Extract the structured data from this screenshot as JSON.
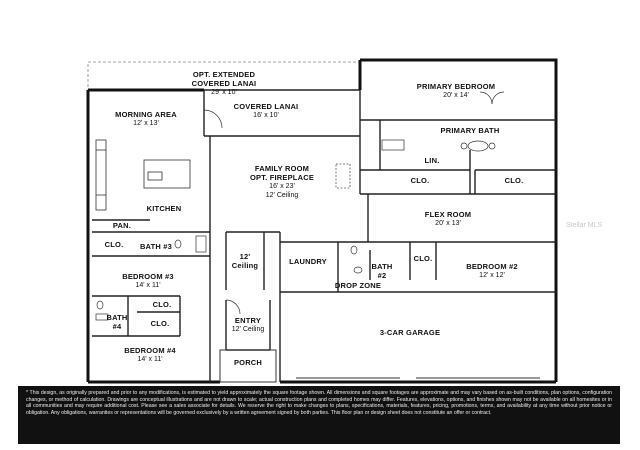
{
  "rooms": [
    {
      "id": "opt-lanai",
      "name_lines": [
        "OPT. EXTENDED",
        "COVERED LANAI"
      ],
      "dims": "29' x 10'"
    },
    {
      "id": "primary-bedroom",
      "name_lines": [
        "PRIMARY BEDROOM"
      ],
      "dims": "20' x 14'"
    },
    {
      "id": "morning-area",
      "name_lines": [
        "MORNING AREA"
      ],
      "dims": "12' x 13'"
    },
    {
      "id": "covered-lanai",
      "name_lines": [
        "COVERED LANAI"
      ],
      "dims": "16' x 10'"
    },
    {
      "id": "primary-bath",
      "name_lines": [
        "PRIMARY BATH"
      ],
      "dims": ""
    },
    {
      "id": "lin",
      "name_lines": [
        "LIN."
      ],
      "dims": ""
    },
    {
      "id": "family-room",
      "name_lines": [
        "FAMILY ROOM",
        "OPT. FIREPLACE"
      ],
      "dims": "16' x 23'",
      "extra": "12' Ceiling"
    },
    {
      "id": "clo-primary-left",
      "name_lines": [
        "CLO."
      ],
      "dims": ""
    },
    {
      "id": "clo-primary-right",
      "name_lines": [
        "CLO."
      ],
      "dims": ""
    },
    {
      "id": "kitchen",
      "name_lines": [
        "KITCHEN"
      ],
      "dims": ""
    },
    {
      "id": "flex-room",
      "name_lines": [
        "FLEX ROOM"
      ],
      "dims": "20' x 13'"
    },
    {
      "id": "pan",
      "name_lines": [
        "PAN."
      ],
      "dims": ""
    },
    {
      "id": "clo-bath3",
      "name_lines": [
        "CLO."
      ],
      "dims": ""
    },
    {
      "id": "bath3",
      "name_lines": [
        "BATH #3"
      ],
      "dims": ""
    },
    {
      "id": "hall-ceiling",
      "name_lines": [
        "12'",
        "Ceiling"
      ],
      "dims": ""
    },
    {
      "id": "laundry",
      "name_lines": [
        "LAUNDRY"
      ],
      "dims": ""
    },
    {
      "id": "bath2",
      "name_lines": [
        "BATH",
        "#2"
      ],
      "dims": ""
    },
    {
      "id": "clo-bed2",
      "name_lines": [
        "CLO."
      ],
      "dims": ""
    },
    {
      "id": "bedroom2",
      "name_lines": [
        "BEDROOM #2"
      ],
      "dims": "12' x 12'"
    },
    {
      "id": "bedroom3",
      "name_lines": [
        "BEDROOM #3"
      ],
      "dims": "14' x 11'"
    },
    {
      "id": "drop-zone",
      "name_lines": [
        "DROP ZONE"
      ],
      "dims": ""
    },
    {
      "id": "clo-bed3",
      "name_lines": [
        "CLO."
      ],
      "dims": ""
    },
    {
      "id": "bath4",
      "name_lines": [
        "BATH",
        "#4"
      ],
      "dims": ""
    },
    {
      "id": "clo-bed4",
      "name_lines": [
        "CLO."
      ],
      "dims": ""
    },
    {
      "id": "entry",
      "name_lines": [
        "ENTRY"
      ],
      "dims": "12' Ceiling"
    },
    {
      "id": "garage",
      "name_lines": [
        "3-CAR GARAGE"
      ],
      "dims": ""
    },
    {
      "id": "bedroom4",
      "name_lines": [
        "BEDROOM #4"
      ],
      "dims": "14' x 11'"
    },
    {
      "id": "porch",
      "name_lines": [
        "PORCH"
      ],
      "dims": ""
    }
  ],
  "disclaimer": "* This design, as originally prepared and prior to any modifications, is estimated to yield approximately the square footage shown. All dimensions and square footages are approximate and may vary based on as-built conditions, plan options, configuration changes, or method of calculation. Drawings are conceptual illustrations and are not drawn to scale; actual construction plans and completed homes may differ. Features, elevations, options, and finishes shown may not be available on all homesites or in all communities and may require additional cost. Please see a sales associate for details. We reserve the right to make changes to plans, specifications, materials, features, pricing, promotions, terms, and availability at any time without prior notice or obligation. Any obligations, warranties or representations will be governed exclusively by a written agreement signed by both parties. This floor plan or design sheet does not constitute an offer or contract.",
  "watermark": "Stellar MLS",
  "colors": {
    "wall": "#111111",
    "thin": "#333333",
    "dashed": "#777777"
  }
}
